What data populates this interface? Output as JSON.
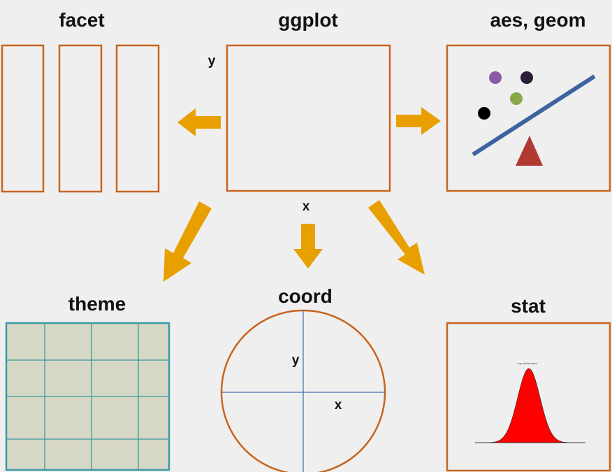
{
  "titles": {
    "facet": "facet",
    "ggplot": "ggplot",
    "aes_geom": "aes, geom",
    "theme": "theme",
    "coord": "coord",
    "stat": "stat"
  },
  "ggplot_panel": {
    "y_label": "y",
    "x_label": "x"
  },
  "coord_panel": {
    "y_label": "y",
    "x_label": "x"
  },
  "stat_panel": {
    "curve_caption": "top of the world"
  },
  "colors": {
    "background": "#efefef",
    "box_border": "#c8641e",
    "arrow": "#e8a000",
    "theme_fill": "#d6d7c4",
    "theme_border": "#3a9aa3",
    "coord_axis": "#3f6ea8",
    "line": "#3d64a0",
    "triangle": "#b03a32",
    "curve": "#ff0000",
    "dot_purple": "#8a5aa2",
    "dot_dark": "#2a1f35",
    "dot_green": "#86a84a",
    "dot_black": "#000000"
  }
}
